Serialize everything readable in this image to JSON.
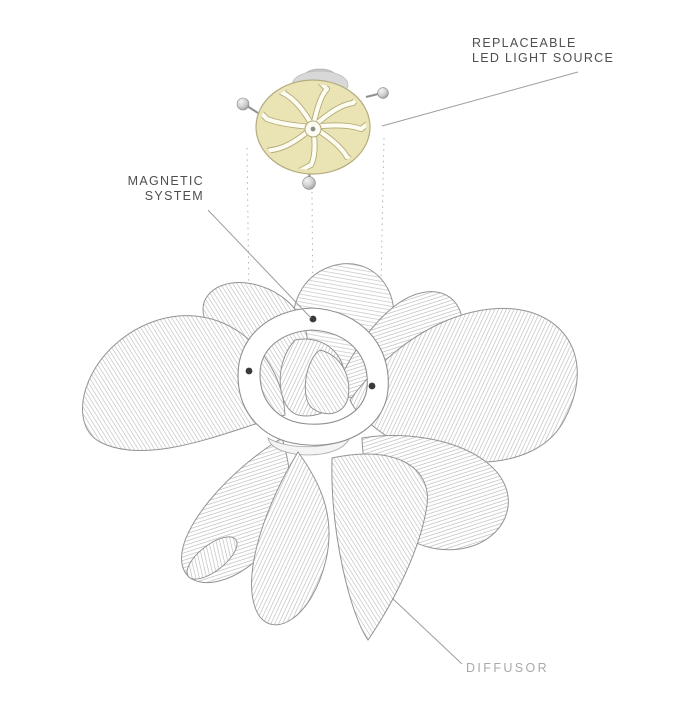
{
  "diagram": {
    "labels": {
      "led": {
        "line1": "REPLACEABLE",
        "line2": "LED LIGHT SOURCE"
      },
      "magnetic": {
        "line1": "MAGNETIC",
        "line2": "SYSTEM"
      },
      "diffusor": "DIFFUSOR"
    },
    "colors": {
      "label_dark": "#4f4f4f",
      "label_gray": "#a9a9a9",
      "leader_line": "#9e9e9e",
      "disc_gold": "#eae3b4",
      "disc_edge": "#b4ac80",
      "line_art": "#949494",
      "hatch": "#b8b8b8"
    }
  }
}
